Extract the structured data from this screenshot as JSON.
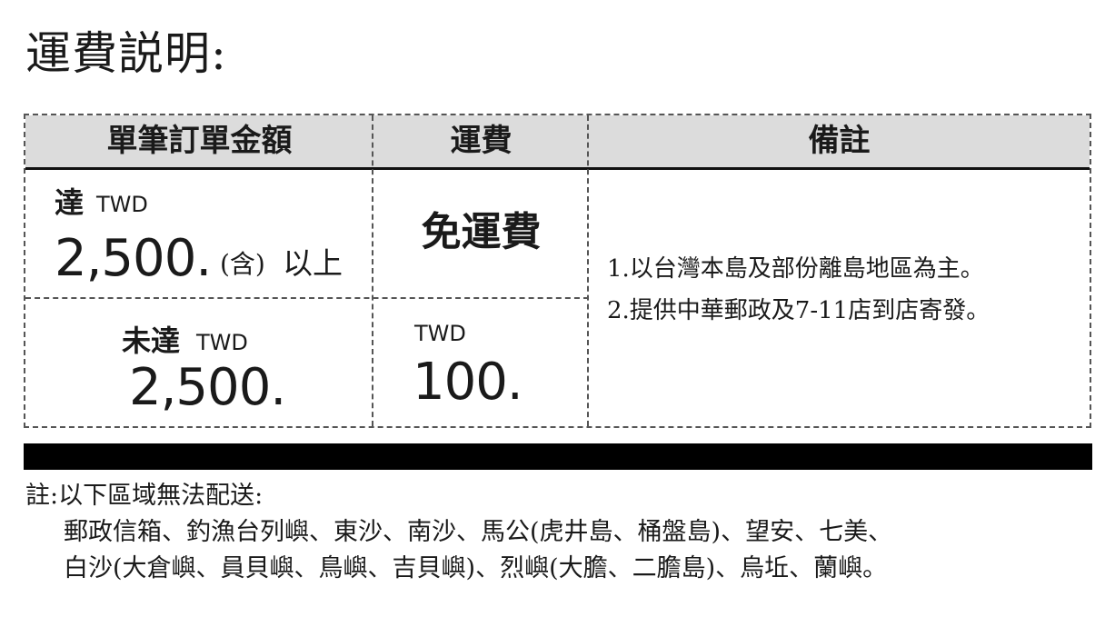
{
  "page_title": "運費説明:",
  "table": {
    "headers": {
      "amount": "單筆訂單金額",
      "fee": "運費",
      "remark": "備註"
    },
    "rows": [
      {
        "condition": "達",
        "currency": "TWD",
        "amount": "2,500.",
        "suffix_paren": "(含)",
        "suffix": "以上",
        "fee": "免運費"
      },
      {
        "condition": "未達",
        "currency": "TWD",
        "amount": "2,500.",
        "fee_currency": "TWD",
        "fee": "100."
      }
    ],
    "remarks": [
      "1.以台灣本島及部份離島地區為主。",
      "2.提供中華郵政及7-11店到店寄發。"
    ]
  },
  "footer_note": {
    "label": "註:以下區域無法配送:",
    "lines": [
      "郵政信箱、釣漁台列嶼、東沙、南沙、馬公(虎井島、桶盤島)、望安、七美、",
      "白沙(大倉嶼、員貝嶼、鳥嶼、吉貝嶼)、烈嶼(大膽、二膽島)、烏坵、蘭嶼。"
    ]
  }
}
